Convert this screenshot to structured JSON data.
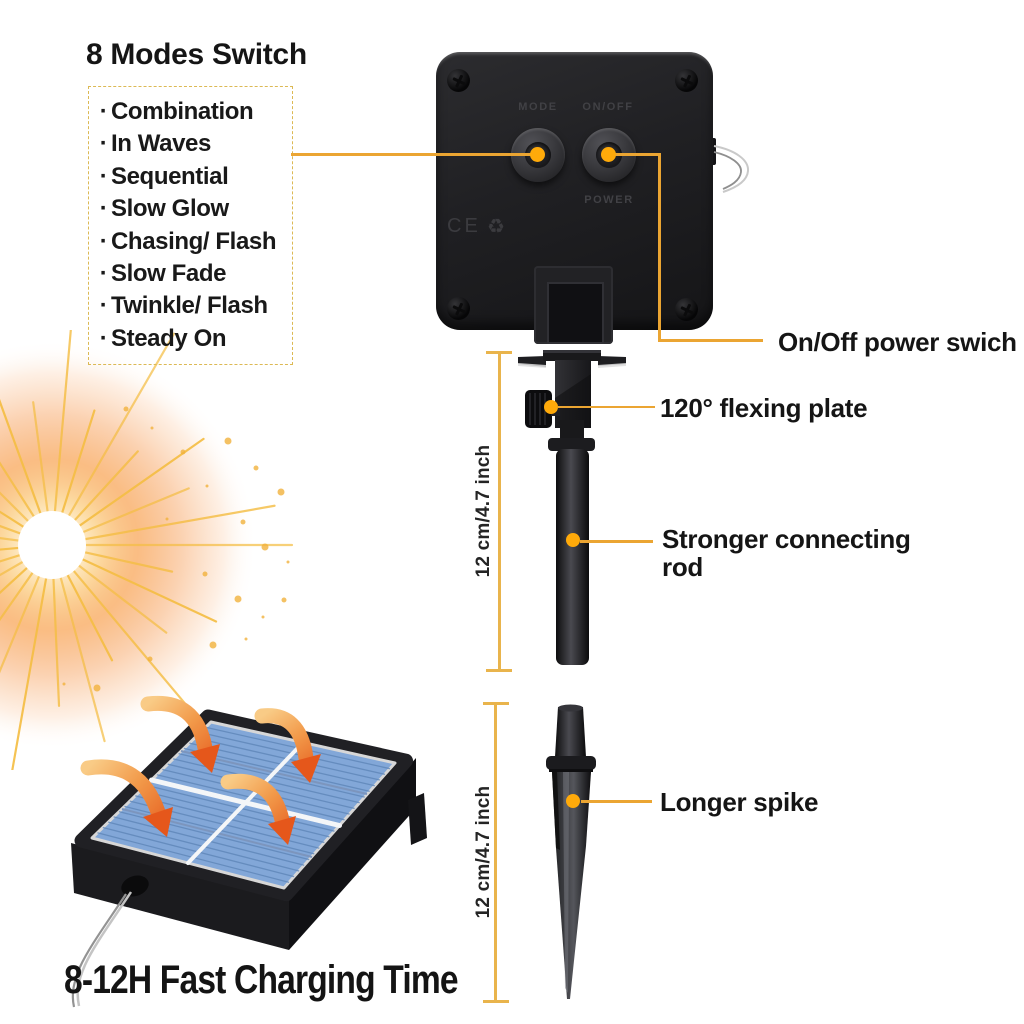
{
  "colors": {
    "accent": "#EBA532",
    "accent_light": "#E9B44C",
    "dot": "#FFAA0A",
    "text": "#151515",
    "dash_border": "#DCB954",
    "panel_blue": "#82A7D8",
    "arrow_light": "#F9CB86",
    "arrow_dark": "#E55A1D",
    "sun_glow": "#F8A75A"
  },
  "modes_panel": {
    "title": "8 Modes Switch",
    "bullet": "·",
    "items": [
      "Combination",
      "In Waves",
      "Sequential",
      "Slow Glow",
      "Chasing/ Flash",
      "Slow Fade",
      "Twinkle/ Flash",
      "Steady On"
    ]
  },
  "control_box": {
    "mode_label": "MODE",
    "onoff_label": "ON/OFF",
    "power_label": "POWER",
    "ce_text": "CE",
    "recycle_glyph": "♻"
  },
  "callouts": {
    "power_switch": "On/Off power swich",
    "flexing_plate": "120° flexing plate",
    "connecting_rod": "Stronger connecting rod",
    "longer_spike": "Longer spike"
  },
  "measurements": {
    "rod_length": "12 cm/4.7 inch",
    "spike_length": "12 cm/4.7 inch"
  },
  "footer": {
    "charging_time": "8-12H Fast Charging Time"
  }
}
